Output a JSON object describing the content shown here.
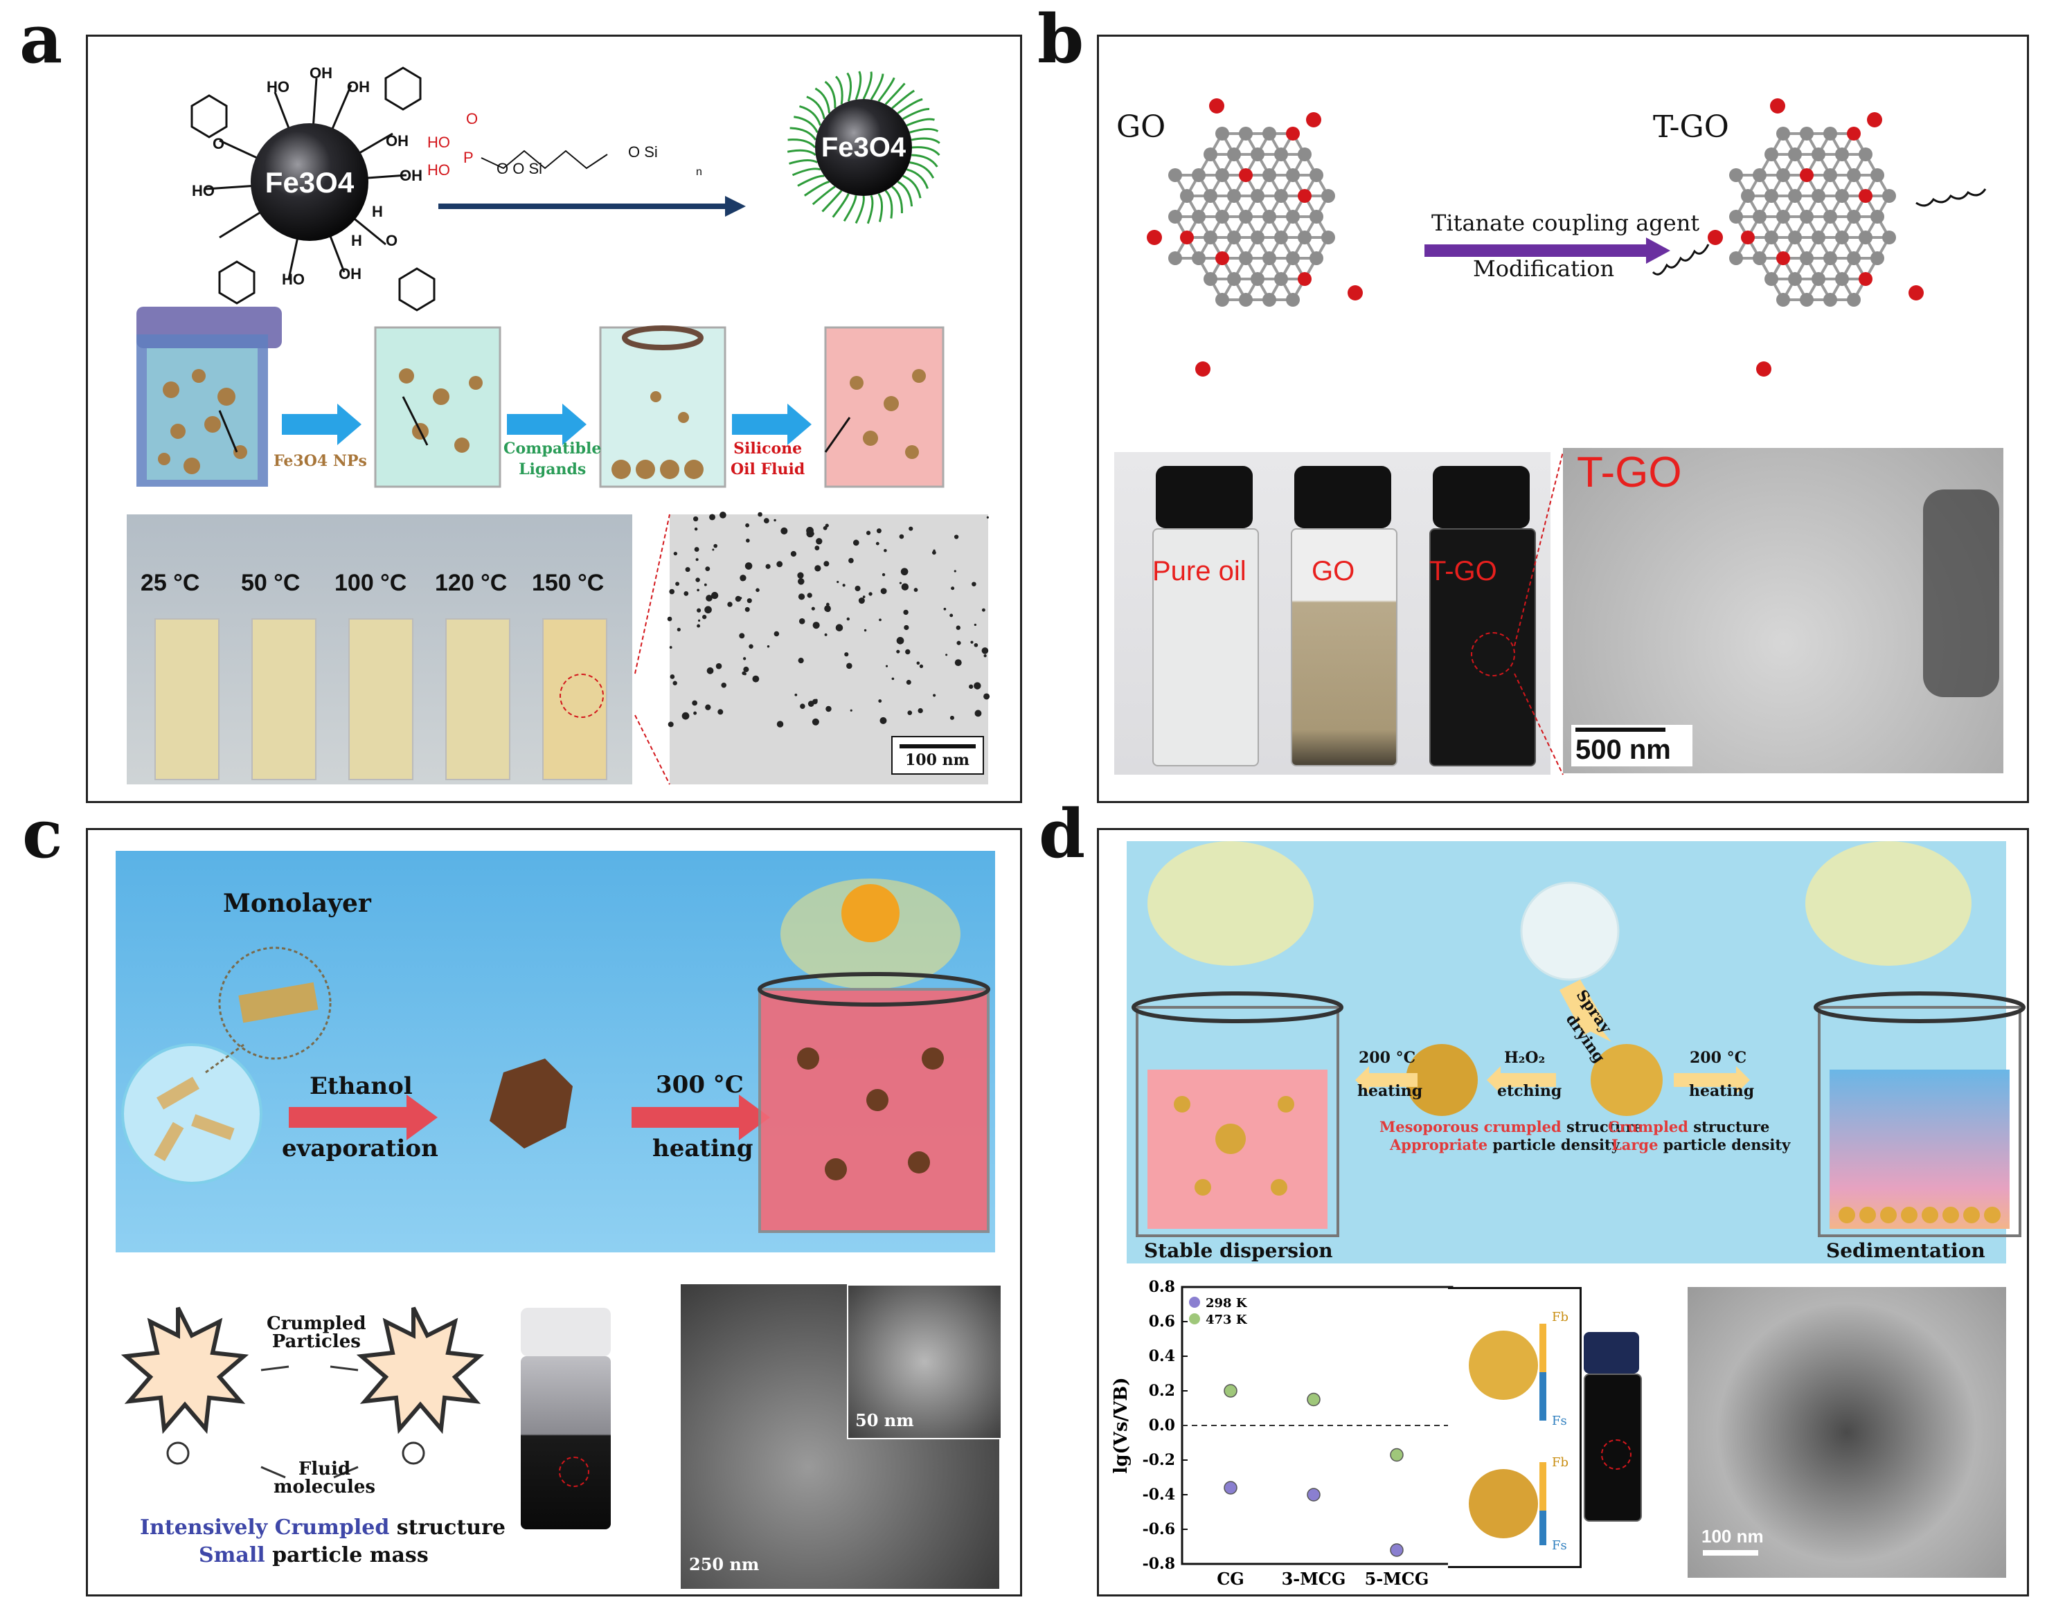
{
  "panels": {
    "a": {
      "label": "a",
      "core_text": "Fe3O4",
      "core_main": "Fe",
      "core_sub1": "3",
      "core_mid": "O",
      "core_sub2": "4",
      "ligand_groups": [
        "HO",
        "OH",
        "OH",
        "OH",
        "OH",
        "HO",
        "HO",
        "OH",
        "O",
        "H",
        "H",
        "O"
      ],
      "reagent_ho1": "HO",
      "reagent_ho2": "HO",
      "reagent_p": "P",
      "reagent_o": "O",
      "reagent_chain": "O   O   Si",
      "reagent_sio": "O  Si",
      "reagent_n": "n",
      "np_label": "Fe3O4 NPs",
      "ligand_label_1": "Compatible",
      "ligand_label_2": "Ligands",
      "oil_label_1": "Silicone",
      "oil_label_2": "Oil Fluid",
      "temps": [
        "25 °C",
        "50 °C",
        "100 °C",
        "120 °C",
        "150 °C"
      ],
      "scale_bar": "100 nm"
    },
    "b": {
      "label": "b",
      "left_mol": "GO",
      "right_mol": "T-GO",
      "arrow_top": "Titanate coupling agent",
      "arrow_bottom": "Modification",
      "vials": [
        "Pure oil",
        "GO",
        "T-GO"
      ],
      "tem_label": "T-GO",
      "scale_bar": "500 nm"
    },
    "c": {
      "label": "c",
      "monolayer": "Monolayer",
      "step1_top": "Ethanol",
      "step1_bottom": "evaporation",
      "step2_top": "300 °C",
      "step2_bottom": "heating",
      "crumpled_1": "Crumpled",
      "crumpled_2": "Particles",
      "fluid_1": "Fluid",
      "fluid_2": "molecules",
      "caption_1_a": "Intensively Crumpled",
      "caption_1_b": " structure",
      "caption_2_a": "Small",
      "caption_2_b": " particle mass",
      "inset_scale": "50 nm",
      "main_scale": "250 nm"
    },
    "d": {
      "label": "d",
      "spray_1": "Spray",
      "spray_2": "drying",
      "left_temp": "200 °C",
      "left_heat": "heating",
      "etch_1": "H₂O₂",
      "etch_2": "etching",
      "right_temp": "200 °C",
      "right_heat": "heating",
      "meso_1a": "Mesoporous crumpled",
      "meso_1b": " structure",
      "meso_2a": "Appropriate",
      "meso_2b": " particle density",
      "crum_1a": "Crumpled",
      "crum_1b": " structure",
      "crum_2a": "Large",
      "crum_2b": " particle density",
      "left_caption": "Stable dispersion",
      "right_caption": "Sedimentation",
      "fb": "Fb",
      "fs": "Fs",
      "scale_bar": "100 nm"
    }
  },
  "chart_data": {
    "type": "scatter",
    "title": "",
    "xlabel": "",
    "ylabel": "lg(Vs/VB)",
    "categories": [
      "CG",
      "3-MCG",
      "5-MCG"
    ],
    "ylim": [
      -0.8,
      0.8
    ],
    "yticks": [
      "0.8",
      "0.6",
      "0.4",
      "0.2",
      "0.0",
      "-0.2",
      "-0.4",
      "-0.6",
      "-0.8"
    ],
    "legend_position": "top-left",
    "series": [
      {
        "name": "298 K",
        "color": "#8a7fd0",
        "values": [
          -0.36,
          -0.4,
          -0.72
        ]
      },
      {
        "name": "473 K",
        "color": "#9fc77a",
        "values": [
          0.2,
          0.15,
          -0.17
        ]
      }
    ],
    "zero_line": "dashed"
  },
  "colors": {
    "arrow_blue": "#29a3e6",
    "arrow_red": "#e44b56",
    "arrow_purple": "#6a2fa0",
    "navy": "#1b3a66",
    "oxygen_red": "#d3161b",
    "carbon_gray": "#8c8c8c"
  }
}
